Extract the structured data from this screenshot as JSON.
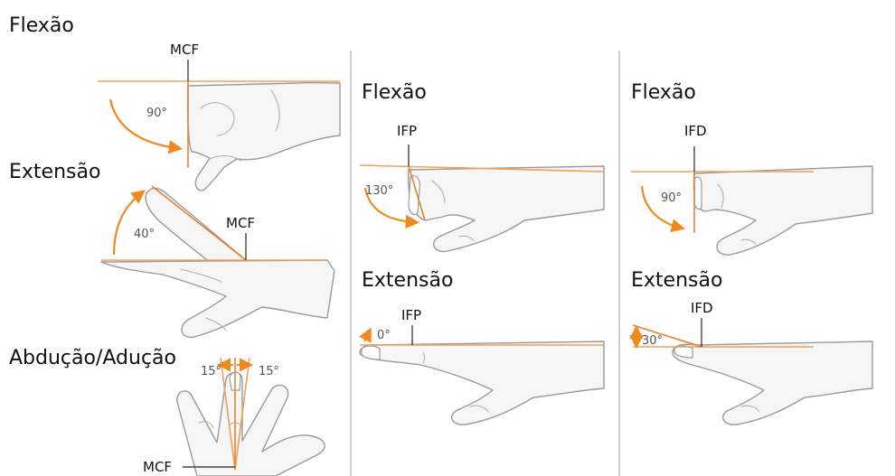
{
  "panels": {
    "mcf": {
      "flexion_title": "Flexão",
      "flexion_joint": "MCF",
      "flexion_angle": "90°",
      "extension_title": "Extensão",
      "extension_joint": "MCF",
      "extension_angle": "40°",
      "abduction_title": "Abdução/Adução",
      "abduction_angle_left": "15°",
      "abduction_angle_right": "15°",
      "abduction_joint": "MCF"
    },
    "ifp": {
      "flexion_title": "Flexão",
      "flexion_joint": "IFP",
      "flexion_angle": "130°",
      "extension_title": "Extensão",
      "extension_joint": "IFP",
      "extension_angle": "0°"
    },
    "ifd": {
      "flexion_title": "Flexão",
      "flexion_joint": "IFD",
      "flexion_angle": "90°",
      "extension_title": "Extensão",
      "extension_joint": "IFD",
      "extension_angle": "30°"
    }
  },
  "colors": {
    "reference_line": "#f0a05a",
    "arc_arrow": "#f08a1f",
    "divider": "#cfcfcf",
    "hand_outline": "#9a9a9a"
  }
}
